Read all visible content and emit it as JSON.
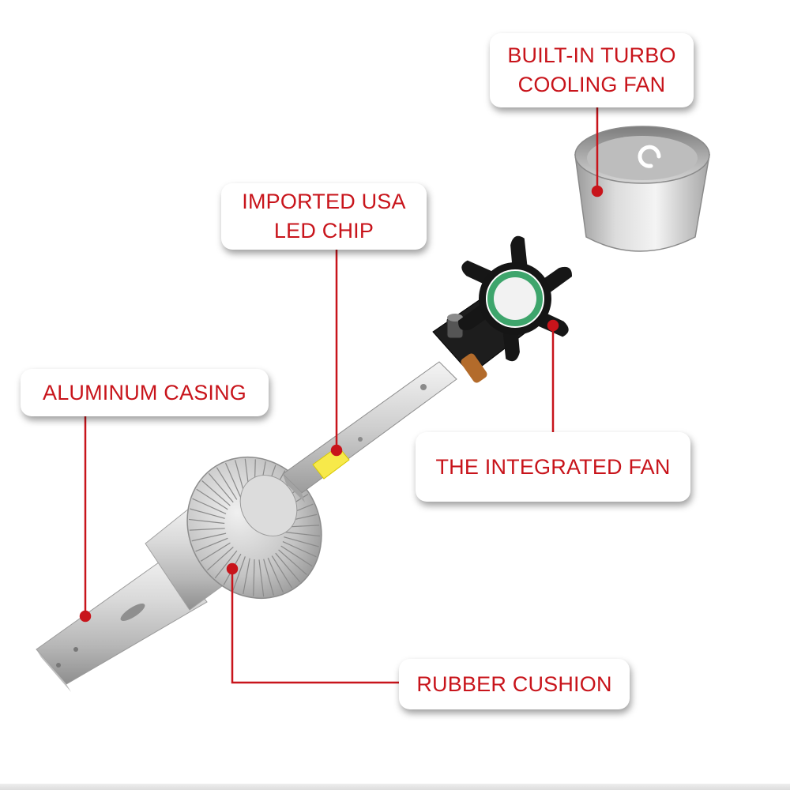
{
  "theme": {
    "label_color": "#c8141b",
    "leader_color": "#c8141b",
    "chip_color": "#f7e94a",
    "fan_label_color": "#3ea56c"
  },
  "labels": {
    "turbo_fan": {
      "line1": "BUILT-IN TURBO",
      "line2": "COOLING FAN"
    },
    "led_chip": {
      "line1": "IMPORTED USA",
      "line2": "LED CHIP"
    },
    "casing": {
      "line1": "ALUMINUM CASING"
    },
    "integrated_fan": {
      "line1": "THE INTEGRATED FAN"
    },
    "cushion": {
      "line1": "RUBBER CUSHION"
    }
  }
}
